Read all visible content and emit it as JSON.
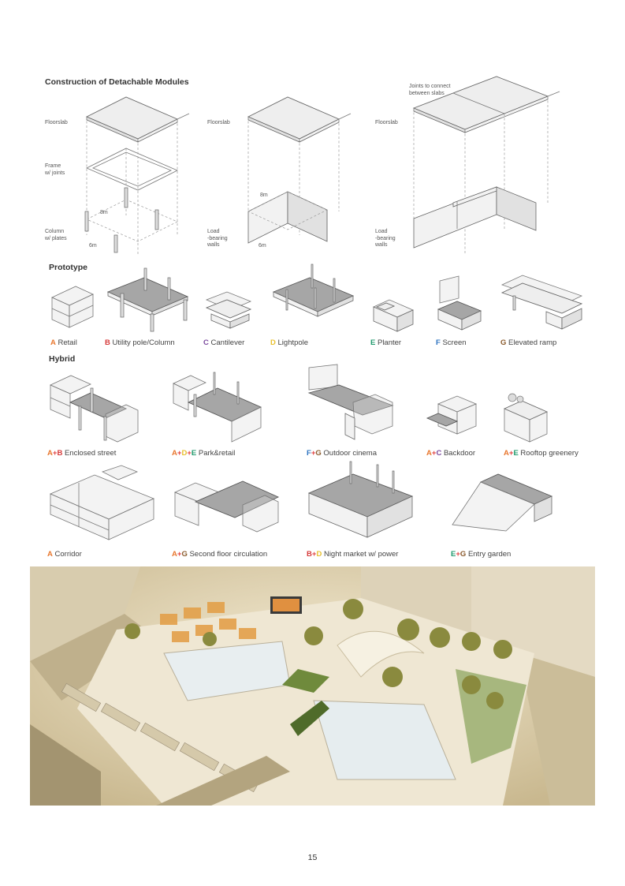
{
  "colors": {
    "A": "#e8772e",
    "B": "#d63a3a",
    "C": "#7b4a9e",
    "D": "#e8c02e",
    "E": "#1f9a6d",
    "F": "#2f74c0",
    "G": "#8a5a2b",
    "plus": "#e04040"
  },
  "construction": {
    "title": "Construction of Detachable Modules",
    "module1": {
      "floorslab": "Floorslab",
      "frame": "Frame\nw/ joints",
      "column": "Column\nw/ plates",
      "dim1": "8m",
      "dim2": "6m"
    },
    "module2": {
      "floorslab": "Floorslab",
      "walls": "Load\n-bearing\nwalls",
      "dim1": "8m",
      "dim2": "6m"
    },
    "module3": {
      "joints": "Joints to connect\nbetween slabs",
      "floorslab": "Floorslab",
      "walls": "Load\n-bearing\nwalls"
    }
  },
  "prototype": {
    "title": "Prototype",
    "items": [
      {
        "code": "A",
        "label": "Retail"
      },
      {
        "code": "B",
        "label": "Utility pole/Column"
      },
      {
        "code": "C",
        "label": "Cantilever"
      },
      {
        "code": "D",
        "label": "Lightpole"
      },
      {
        "code": "E",
        "label": "Planter"
      },
      {
        "code": "F",
        "label": "Screen"
      },
      {
        "code": "G",
        "label": "Elevated ramp"
      }
    ]
  },
  "hybrid": {
    "title": "Hybrid",
    "items": [
      {
        "codes": [
          "A",
          "B"
        ],
        "label": "Enclosed street"
      },
      {
        "codes": [
          "A",
          "D",
          "E"
        ],
        "label": "Park&retail"
      },
      {
        "codes": [
          "F",
          "G"
        ],
        "label": "Outdoor cinema"
      },
      {
        "codes": [
          "A",
          "C"
        ],
        "label": "Backdoor"
      },
      {
        "codes": [
          "A",
          "E"
        ],
        "label": "Rooftop greenery"
      },
      {
        "codes": [
          "A"
        ],
        "label": "Corridor"
      },
      {
        "codes": [
          "A",
          "G"
        ],
        "label": "Second floor circulation"
      },
      {
        "codes": [
          "B",
          "D"
        ],
        "label": "Night market w/ power"
      },
      {
        "codes": [
          "E",
          "G"
        ],
        "label": "Entry garden"
      }
    ]
  },
  "page": {
    "number": "15"
  }
}
